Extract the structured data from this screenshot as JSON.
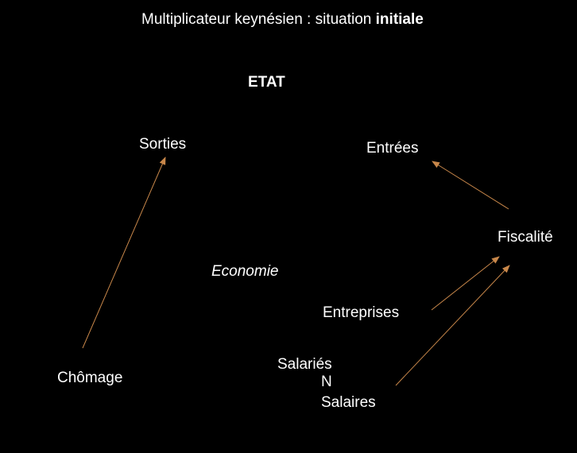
{
  "title": {
    "prefix": "Multiplicateur keynésien : situation ",
    "emphasis": "initiale"
  },
  "nodes": {
    "etat": "ETAT",
    "sorties": "Sorties",
    "entrees": "Entrées",
    "fiscalite": "Fiscalité",
    "economie": "Economie",
    "entreprises": "Entreprises",
    "chomage": "Chômage",
    "salaries": "Salariés",
    "n": "N",
    "salaires": "Salaires"
  },
  "colors": {
    "background": "#000000",
    "text": "#ffffff",
    "arrow": "#c8874a"
  }
}
